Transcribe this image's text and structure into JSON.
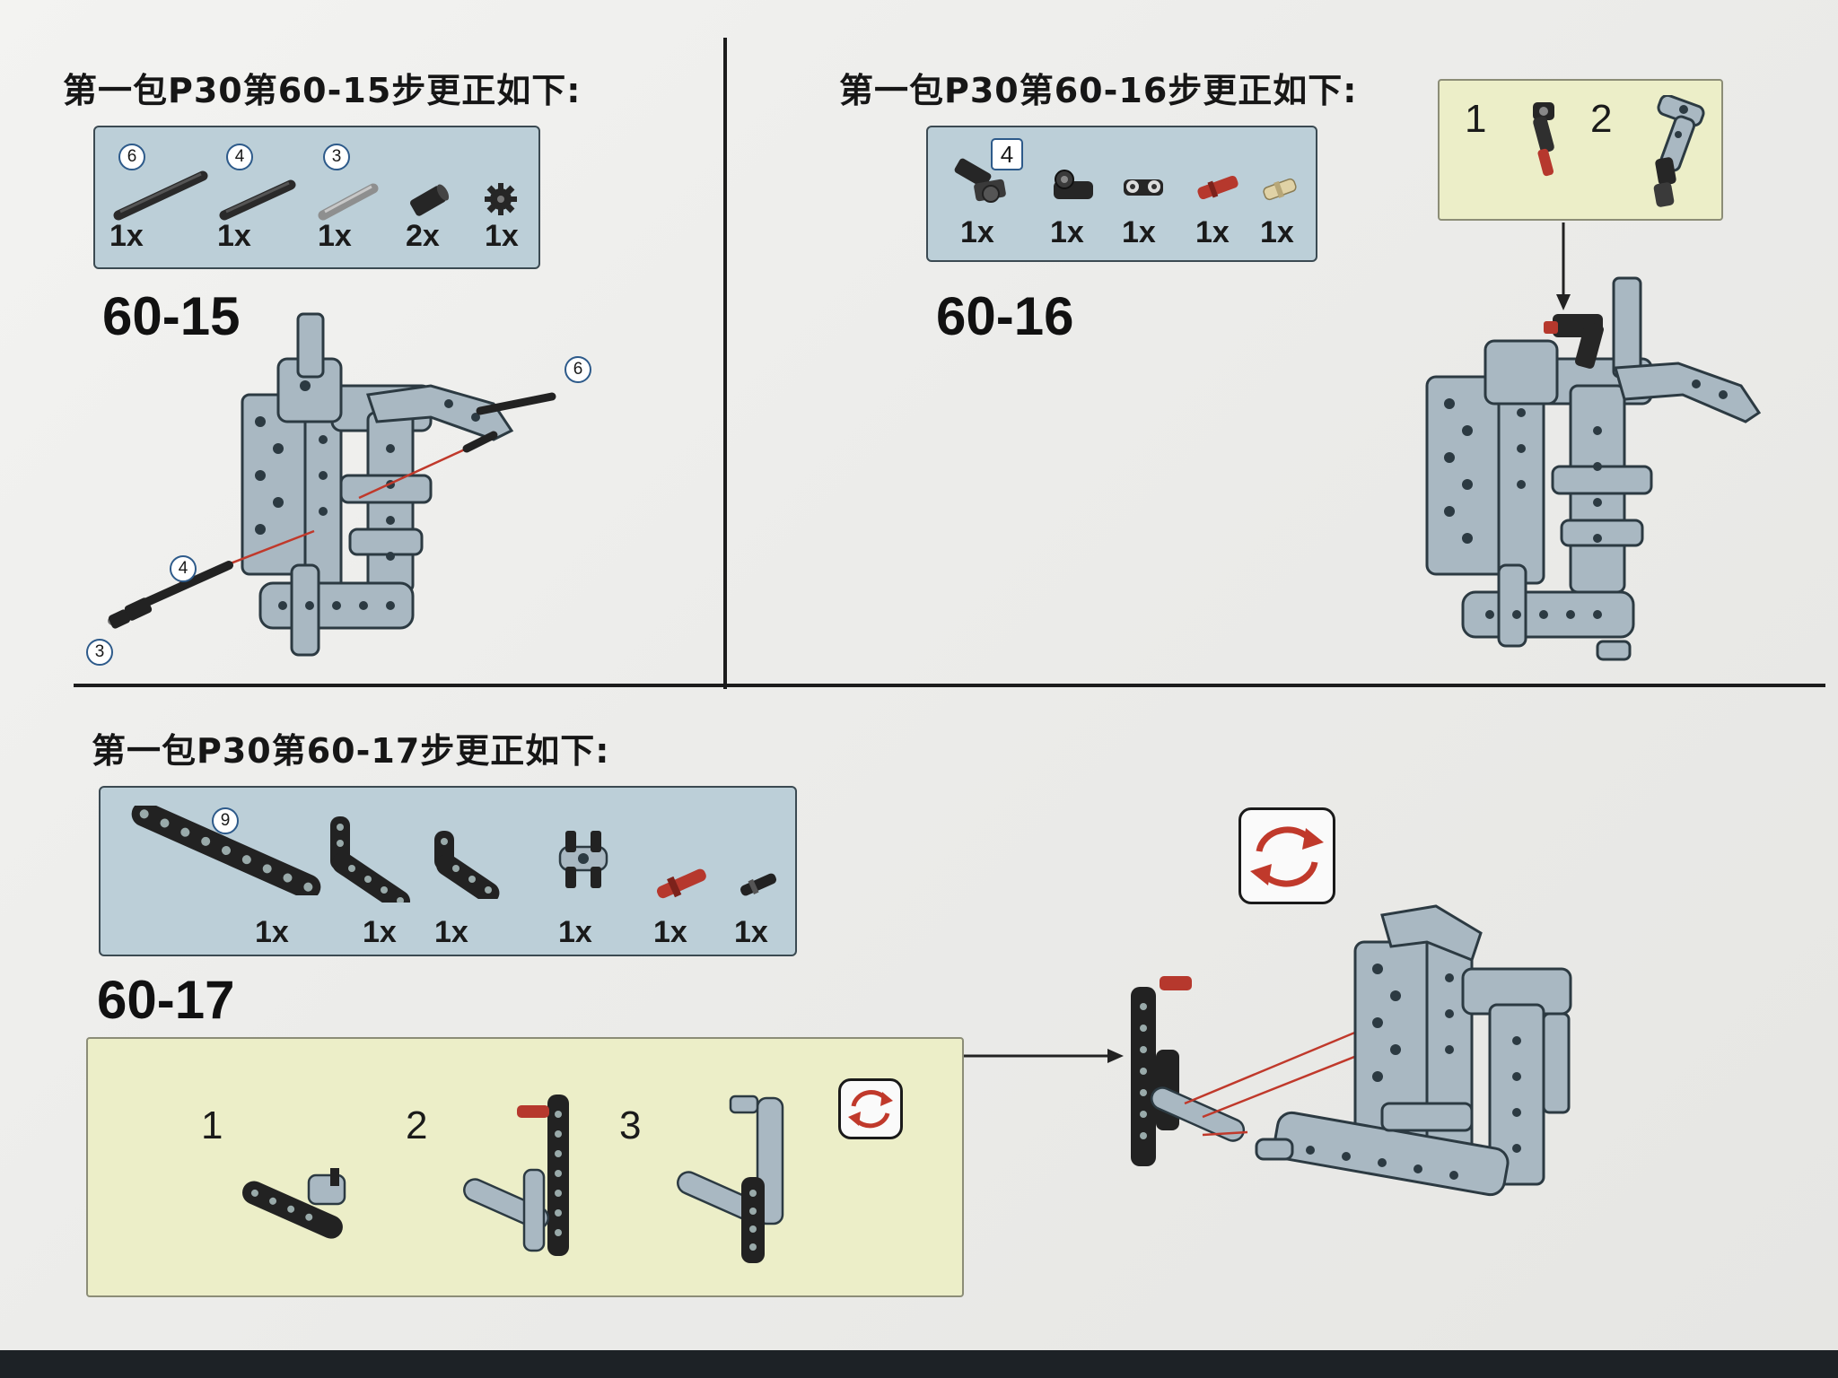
{
  "sections": [
    {
      "heading": "第一包P30第60-15步更正如下:",
      "step": "60-15",
      "parts": [
        {
          "callout": "6",
          "qty": "1x",
          "icon": "axle-6"
        },
        {
          "callout": "4",
          "qty": "1x",
          "icon": "axle-4"
        },
        {
          "callout": "3",
          "qty": "1x",
          "icon": "axle-3-grey"
        },
        {
          "qty": "2x",
          "icon": "bush"
        },
        {
          "qty": "1x",
          "icon": "gear-8"
        }
      ],
      "model_callouts": [
        "6",
        "4",
        "3"
      ]
    },
    {
      "heading": "第一包P30第60-16步更正如下:",
      "step": "60-16",
      "parts_callout": "4",
      "parts": [
        {
          "qty": "1x",
          "icon": "angle-connector"
        },
        {
          "qty": "1x",
          "icon": "axle-pin-connector"
        },
        {
          "qty": "1x",
          "icon": "pin-joiner"
        },
        {
          "qty": "1x",
          "icon": "red-axle-pin"
        },
        {
          "qty": "1x",
          "icon": "tan-pin"
        }
      ],
      "substeps": [
        "1",
        "2"
      ]
    },
    {
      "heading": "第一包P30第60-17步更正如下:",
      "step": "60-17",
      "parts": [
        {
          "callout": "9",
          "qty": "1x",
          "icon": "beam-9"
        },
        {
          "qty": "1x",
          "icon": "l-beam-large"
        },
        {
          "qty": "1x",
          "icon": "l-beam-small"
        },
        {
          "qty": "1x",
          "icon": "cross-block"
        },
        {
          "qty": "1x",
          "icon": "red-axle-pin"
        },
        {
          "qty": "1x",
          "icon": "black-pin"
        }
      ],
      "substeps": [
        "1",
        "2",
        "3"
      ]
    }
  ],
  "icons": {
    "rotate": "rotate-arrows-icon",
    "arrow": "assembly-arrow"
  },
  "colors": {
    "parts_box": "#bccfd8",
    "sub_box": "#eceec8",
    "accent_red": "#c0392b",
    "brick_grey": "#a9b8c2",
    "brick_black": "#222222"
  }
}
